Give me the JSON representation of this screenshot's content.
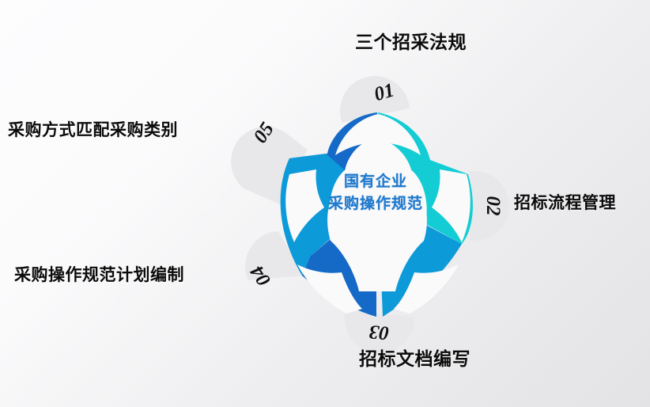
{
  "slide": {
    "title_center_line1": "国有企业",
    "title_center_line2": "采购操作规范",
    "background_start": "#fdfdfe",
    "background_end": "#e3e3e5"
  },
  "diagram": {
    "type": "five-point-concave-star-pinwheel",
    "badge_color": "#e8e8ea",
    "nodes": [
      {
        "number": "01",
        "label": "三个招采法规",
        "color": "#1569c7",
        "angle_deg": -90,
        "badge_rotation_deg": -18
      },
      {
        "number": "02",
        "label": "招标流程管理",
        "color": "#14cdd4",
        "angle_deg": -18,
        "badge_rotation_deg": 90
      },
      {
        "number": "03",
        "label": "招标文档编写",
        "color": "#0d9ad9",
        "angle_deg": 54,
        "badge_rotation_deg": 180
      },
      {
        "number": "04",
        "label": "采购操作规范计划编制",
        "color": "#1569c7",
        "angle_deg": 126,
        "badge_rotation_deg": 216
      },
      {
        "number": "05",
        "label": "采购方式匹配采购类别",
        "color": "#0d9ad9",
        "angle_deg": 198,
        "badge_rotation_deg": -54
      }
    ]
  }
}
